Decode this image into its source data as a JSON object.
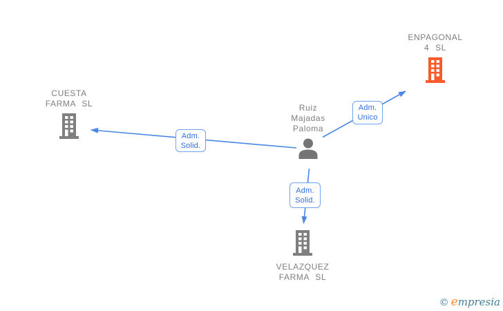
{
  "diagram": {
    "background": "#ffffff",
    "nodes": {
      "enpagonal": {
        "type": "company",
        "name_line1": "ENPAGONAL",
        "name_line2": "4 SL",
        "icon": "building-icon",
        "icon_color": "#f75b2b"
      },
      "cuesta": {
        "type": "company",
        "name_line1": "CUESTA",
        "name_line2": "FARMA SL",
        "icon": "building-icon",
        "icon_color": "#7f7f7f"
      },
      "person": {
        "type": "person",
        "name_line1": "Ruiz",
        "name_line2": "Majadas",
        "name_line3": "Paloma",
        "icon": "person-icon",
        "icon_color": "#757575"
      },
      "velazquez": {
        "type": "company",
        "name_line1": "VELAZQUEZ",
        "name_line2": "FARMA SL",
        "icon": "building-icon",
        "icon_color": "#7f7f7f"
      }
    },
    "edges": {
      "person_to_cuesta": {
        "label_line1": "Adm.",
        "label_line2": "Solid.",
        "direction": "person -> cuesta"
      },
      "person_to_enpagonal": {
        "label_line1": "Adm.",
        "label_line2": "Unico",
        "direction": "person -> enpagonal"
      },
      "person_to_velazquez": {
        "label_line1": "Adm.",
        "label_line2": "Solid.",
        "direction": "person -> velazquez"
      }
    },
    "colors": {
      "edge_blue": "#4a86e8",
      "edge_label_text": "#2f6fe4",
      "edge_label_border": "#6fa0f2",
      "node_label_gray": "#7e7e7e",
      "building_gray": "#7f7f7f",
      "building_orange": "#f75b2b",
      "person_gray": "#757575",
      "watermark_teal": "#47809b",
      "watermark_orange": "#f68d2e"
    },
    "watermark": {
      "copyright_symbol": "©",
      "brand_first_letter": "e",
      "brand_rest": "mpresia"
    }
  }
}
